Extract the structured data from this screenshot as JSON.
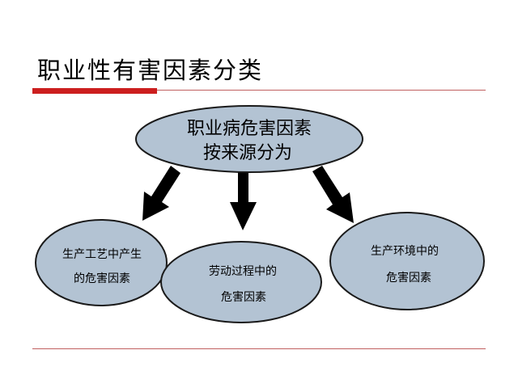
{
  "slide": {
    "title": "职业性有害因素分类"
  },
  "diagram": {
    "root": {
      "line1": "职业病危害因素",
      "line2": "按来源分为"
    },
    "children": [
      {
        "line1": "生产工艺中产生",
        "line2": "的危害因素"
      },
      {
        "line1": "劳动过程中的",
        "line2": "危害因素"
      },
      {
        "line1": "生产环境中的",
        "line2": "危害因素"
      }
    ]
  },
  "colors": {
    "ellipse_fill": "#b3c3d3",
    "ellipse_stroke": "#1a1a1a",
    "accent_red": "#cc1f1f"
  }
}
